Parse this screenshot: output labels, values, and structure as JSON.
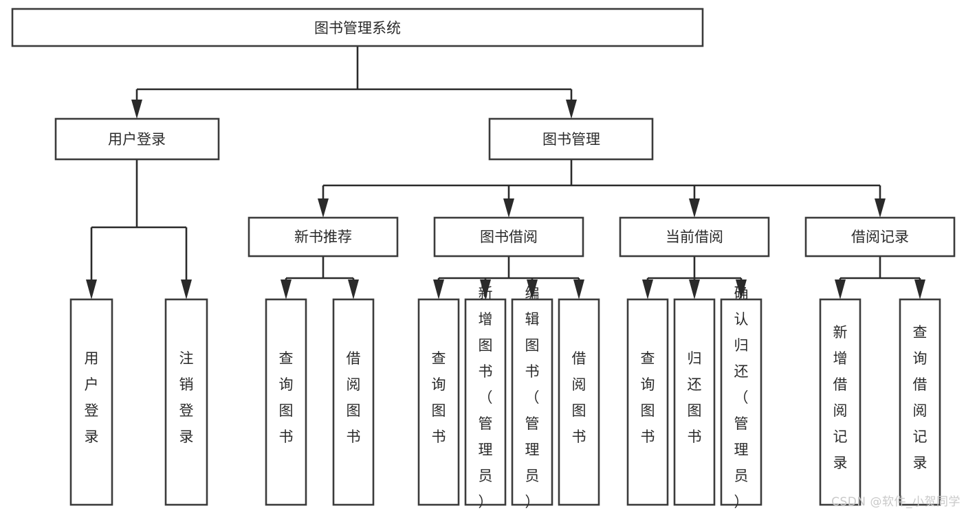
{
  "diagram": {
    "title": "图书管理系统",
    "type": "hierarchy-tree",
    "watermark": "CSDN @软件_小贺同学",
    "colors": {
      "background": "#ffffff",
      "box_stroke": "#3b3b3b",
      "box_fill": "#ffffff",
      "text": "#2a2a2a",
      "line": "#2a2a2a",
      "watermark": "#c9c9c9"
    },
    "levels": {
      "root": {
        "label": "图书管理系统"
      },
      "level2": [
        {
          "label": "用户登录"
        },
        {
          "label": "图书管理"
        }
      ],
      "level3": [
        {
          "label": "新书推荐",
          "parent": "图书管理"
        },
        {
          "label": "图书借阅",
          "parent": "图书管理"
        },
        {
          "label": "当前借阅",
          "parent": "图书管理"
        },
        {
          "label": "借阅记录",
          "parent": "图书管理"
        }
      ],
      "leaves": {
        "user_login": [
          {
            "label": "用户登录"
          },
          {
            "label": "注销登录"
          }
        ],
        "new_book_recommend": [
          {
            "label": "查询图书"
          },
          {
            "label": "借阅图书"
          }
        ],
        "book_borrow": [
          {
            "label": "查询图书"
          },
          {
            "label": "新增图书（管理员）"
          },
          {
            "label": "编辑图书（管理员）"
          },
          {
            "label": "借阅图书"
          }
        ],
        "current_borrow": [
          {
            "label": "查询图书"
          },
          {
            "label": "归还图书"
          },
          {
            "label": "确认归还（管理员）"
          }
        ],
        "borrow_record": [
          {
            "label": "新增借阅记录"
          },
          {
            "label": "查询借阅记录"
          }
        ]
      }
    }
  }
}
